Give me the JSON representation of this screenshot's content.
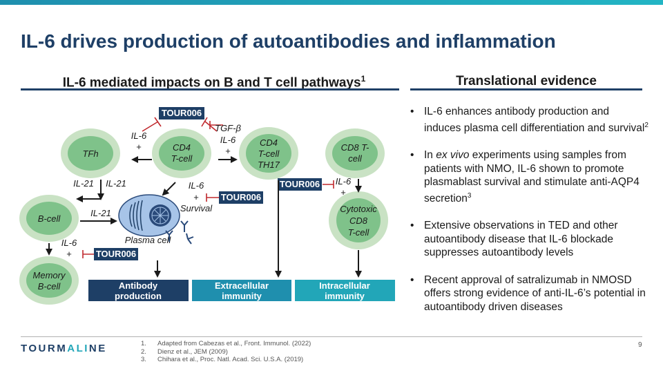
{
  "title": "IL-6 drives production of autoantibodies and inflammation",
  "left_heading": "IL-6 mediated impacts on B and T cell pathways",
  "left_heading_sup": "1",
  "right_heading": "Translational evidence",
  "diagram": {
    "drug": "TOUR006",
    "cells": {
      "tfh": "TFh",
      "cd4_line1": "CD4",
      "cd4_line2": "T-cell",
      "th17_line1": "CD4",
      "th17_line2": "T-cell",
      "th17_line3": "TH17",
      "cd8_line1": "CD8 T-",
      "cd8_line2": "cell",
      "bcell": "B-cell",
      "plasma": "Plasma cell",
      "memory_line1": "Memory",
      "memory_line2": "B-cell",
      "cytotoxic_line1": "Cytotoxic",
      "cytotoxic_line2": "CD8",
      "cytotoxic_line3": "T-cell"
    },
    "labels": {
      "il6": "IL-6",
      "plus": "+",
      "tgfb": "TGF-β",
      "il21": "IL-21",
      "survival": "Survival"
    },
    "outcomes": {
      "antibody_line1": "Antibody",
      "antibody_line2": "production",
      "extra_line1": "Extracellular",
      "extra_line2": "immunity",
      "intra_line1": "Intracellular",
      "intra_line2": "immunity"
    },
    "colors": {
      "cell_outer": "#c9e2c4",
      "cell_inner": "#7fc28a",
      "drug_bg": "#1e3f66",
      "inhibit": "#c0282d",
      "antibody_box": "#1e3f66",
      "extra_box": "#1f8fae",
      "intra_box": "#22a6b8"
    }
  },
  "bullets": [
    {
      "parts": [
        "IL-6 enhances antibody production and induces plasma cell differentiation and survival"
      ],
      "sup": "2"
    },
    {
      "parts": [
        "In ",
        "ex vivo",
        " experiments using samples from patients with NMO, IL-6 shown to promote plasmablast survival and stimulate anti-AQP4 secretion"
      ],
      "sup": "3"
    },
    {
      "parts": [
        "Extensive observations in TED and other autoantibody disease that IL-6 blockade suppresses autoantibody levels"
      ],
      "sup": ""
    },
    {
      "parts": [
        "Recent approval of satralizumab in NMOSD offers strong evidence of anti-IL-6’s potential in autoantibody driven diseases"
      ],
      "sup": ""
    }
  ],
  "footer": {
    "logo_part1": "TOURM",
    "logo_part2": "ALI",
    "logo_part3": "NE",
    "references": [
      {
        "num": "1.",
        "text": "Adapted from Cabezas et al., Front. Immunol. (2022)"
      },
      {
        "num": "2.",
        "text": "Dienz et al., JEM (2009)"
      },
      {
        "num": "3.",
        "text": "Chihara et al., Proc. Natl. Acad. Sci. U.S.A. (2019)"
      }
    ],
    "page_number": "9"
  }
}
